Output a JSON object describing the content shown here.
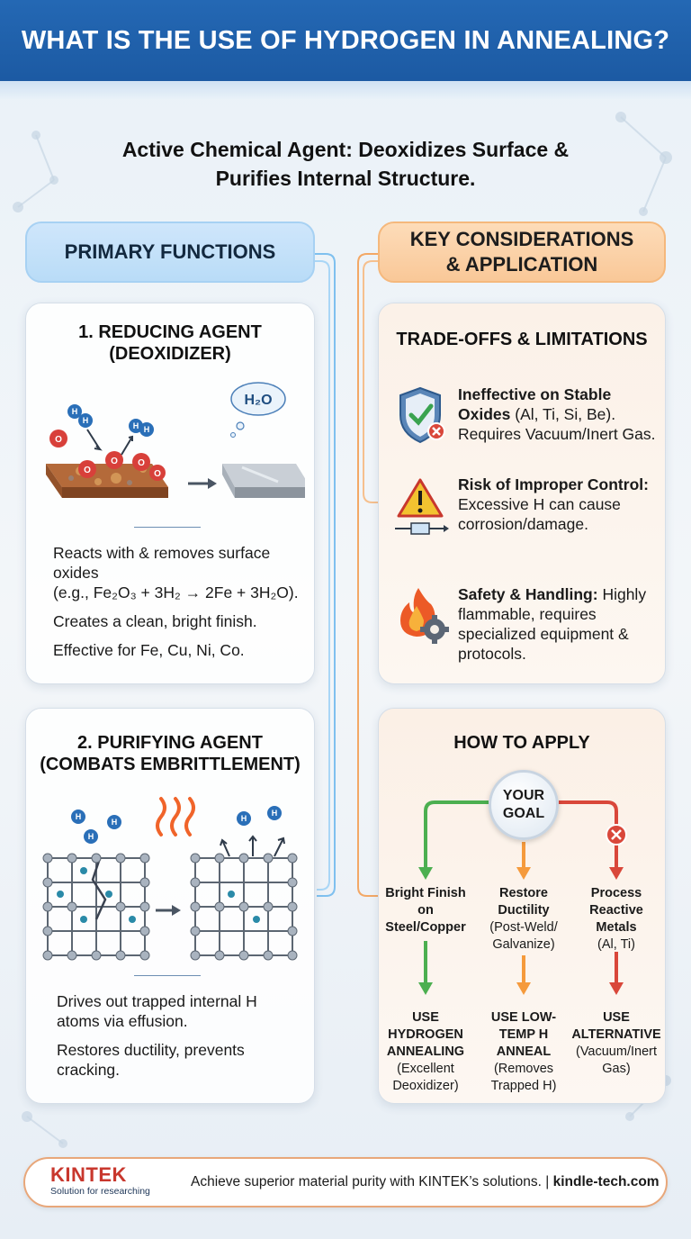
{
  "header": {
    "title": "WHAT IS THE USE OF HYDROGEN IN ANNEALING?"
  },
  "subtitle": {
    "line1": "Active Chemical Agent: Deoxidizes Surface &",
    "line2": "Purifies Internal Structure."
  },
  "left_column": {
    "heading": "PRIMARY FUNCTIONS",
    "reducing": {
      "title_line1": "1. REDUCING AGENT",
      "title_line2": "(DEOXIDIZER)",
      "cloud_label": "H₂O",
      "hydrogen_label": "H",
      "oxygen_label": "O",
      "p1": "Reacts with & removes surface oxides",
      "p1_formula": "(e.g., Fe₂O₃ + 3H₂ → 2Fe + 3H₂O).",
      "p2": "Creates a clean, bright finish.",
      "p3": "Effective for Fe, Cu, Ni, Co."
    },
    "purifying": {
      "title_line1": "2. PURIFYING AGENT",
      "title_line2": "(COMBATS EMBRITTLEMENT)",
      "hydrogen_label": "H",
      "p1": "Drives out trapped internal H atoms via effusion.",
      "p2": "Restores ductility, prevents cracking."
    }
  },
  "right_column": {
    "heading_line1": "KEY CONSIDERATIONS",
    "heading_line2": "& APPLICATION",
    "tradeoffs": {
      "title": "TRADE-OFFS & LIMITATIONS",
      "items": [
        {
          "icon": "shield-check-icon",
          "bold": "Ineffective on Stable Oxides",
          "normal": " (Al, Ti, Si, Be). Requires Vacuum/Inert Gas."
        },
        {
          "icon": "warning-triangle-icon",
          "bold": "Risk of Improper Control:",
          "normal": " Excessive H can cause corrosion/damage."
        },
        {
          "icon": "flame-gear-icon",
          "bold": "Safety & Handling:",
          "normal": " Highly flammable, requires specialized equipment & protocols."
        }
      ]
    },
    "how_to_apply": {
      "title": "HOW TO APPLY",
      "goal_line1": "YOUR",
      "goal_line2": "GOAL",
      "columns": [
        {
          "goal_bold": "Bright Finish on Steel/Copper",
          "goal_normal": "",
          "use_bold": "USE HYDROGEN ANNEALING",
          "use_normal": "(Excellent Deoxidizer)",
          "color": "#4caf50"
        },
        {
          "goal_bold": "Restore Ductility",
          "goal_normal": "(Post-Weld/ Galvanize)",
          "use_bold": "USE LOW-TEMP H ANNEAL",
          "use_normal": "(Removes Trapped H)",
          "color": "#f59a3c"
        },
        {
          "goal_bold": "Process Reactive Metals",
          "goal_normal": "(Al, Ti)",
          "use_bold": "USE ALTERNATIVE",
          "use_normal": "(Vacuum/Inert Gas)",
          "color": "#d9473a"
        }
      ]
    }
  },
  "footer": {
    "logo_name": "KINTEK",
    "logo_tagline": "Solution for researching",
    "message": "Achieve superior material purity with KINTEK’s solutions.",
    "separator": " | ",
    "url": "kindle-tech.com"
  },
  "colors": {
    "header_blue": "#1f5fa9",
    "accent_orange": "#f5a35a",
    "accent_blue": "#8cc6f2",
    "green": "#4caf50",
    "red": "#d9473a"
  }
}
